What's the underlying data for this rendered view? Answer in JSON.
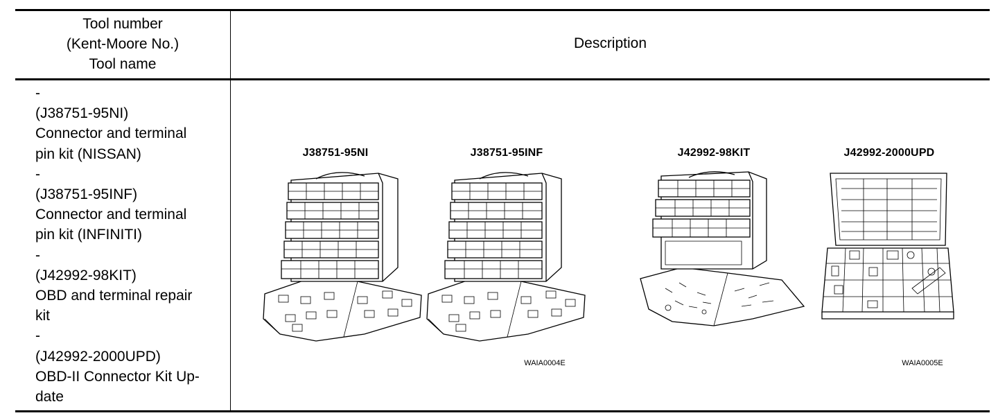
{
  "header": {
    "tool_col": [
      "Tool number",
      "(Kent-Moore No.)",
      "Tool name"
    ],
    "description_col": "Description"
  },
  "tools": [
    "-",
    "(J38751-95NI)",
    "Connector and terminal",
    "pin kit (NISSAN)",
    "-",
    "(J38751-95INF)",
    "Connector and terminal",
    "pin kit (INFINITI)",
    "-",
    "(J42992-98KIT)",
    "OBD and terminal repair",
    "kit",
    "-",
    "(J42992-2000UPD)",
    "OBD-II Connector Kit Up-",
    "date"
  ],
  "figures": {
    "labels": [
      "J38751-95NI",
      "J38751-95INF",
      "J42992-98KIT",
      "J42992-2000UPD"
    ],
    "codes": [
      "WAIA0004E",
      "WAIA0005E"
    ]
  }
}
